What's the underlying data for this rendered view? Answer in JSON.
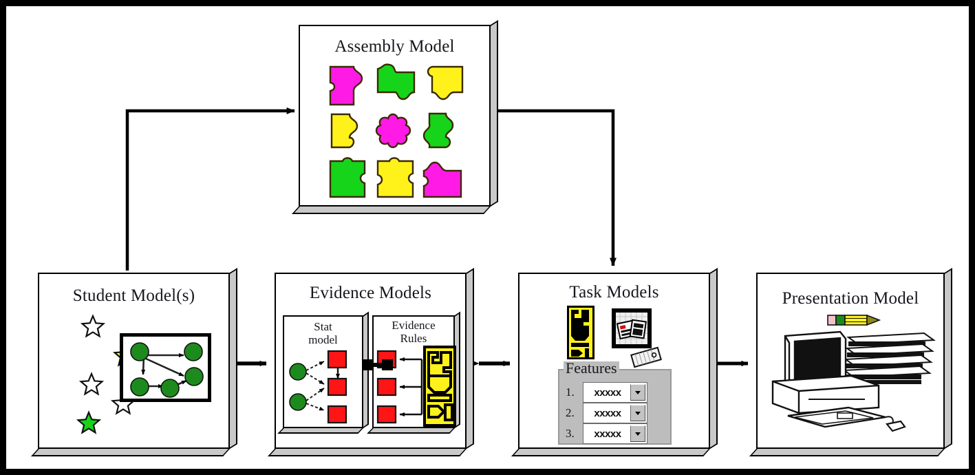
{
  "diagram": {
    "title_font_color": "#16161e",
    "panels": {
      "assembly": {
        "title": "Assembly Model",
        "pieces": [
          [
            "magenta",
            "green",
            "yellow"
          ],
          [
            "yellow",
            "magenta",
            "green"
          ],
          [
            "green",
            "yellow",
            "magenta"
          ]
        ]
      },
      "student": {
        "title": "Student Model(s)",
        "stars": [
          {
            "fill": "none"
          },
          {
            "fill": "yellow"
          },
          {
            "fill": "none"
          },
          {
            "fill": "none"
          },
          {
            "fill": "green"
          }
        ],
        "network_nodes": 5
      },
      "evidence": {
        "title": "Evidence Models",
        "stat": {
          "title_line1": "Stat",
          "title_line2": "model",
          "circles": 2,
          "squares": 3
        },
        "rules": {
          "title_line1": "Evidence",
          "title_line2": "Rules",
          "squares": 3
        }
      },
      "task": {
        "title": "Task Models",
        "features_legend": "Features",
        "features": [
          {
            "num": "1.",
            "value": "xxxxx"
          },
          {
            "num": "2.",
            "value": "xxxxx"
          },
          {
            "num": "3.",
            "value": "xxxxx"
          }
        ]
      },
      "presentation": {
        "title": "Presentation Model"
      }
    },
    "colors": {
      "magenta": "#ff1ae6",
      "green": "#16d41a",
      "yellow": "#fff21a",
      "red": "#ff1515",
      "node_green": "#1d8a1d",
      "panel_side": "#c9c9c9",
      "frame": "#000000"
    },
    "connectors": [
      {
        "name": "student-to-assembly",
        "kind": "arrow-single"
      },
      {
        "name": "assembly-to-task",
        "kind": "arrow-single"
      },
      {
        "name": "student-evidence-link",
        "kind": "arrow-double"
      },
      {
        "name": "evidence-task-link",
        "kind": "arrow-double"
      },
      {
        "name": "task-to-presentation",
        "kind": "arrow-single"
      }
    ]
  }
}
